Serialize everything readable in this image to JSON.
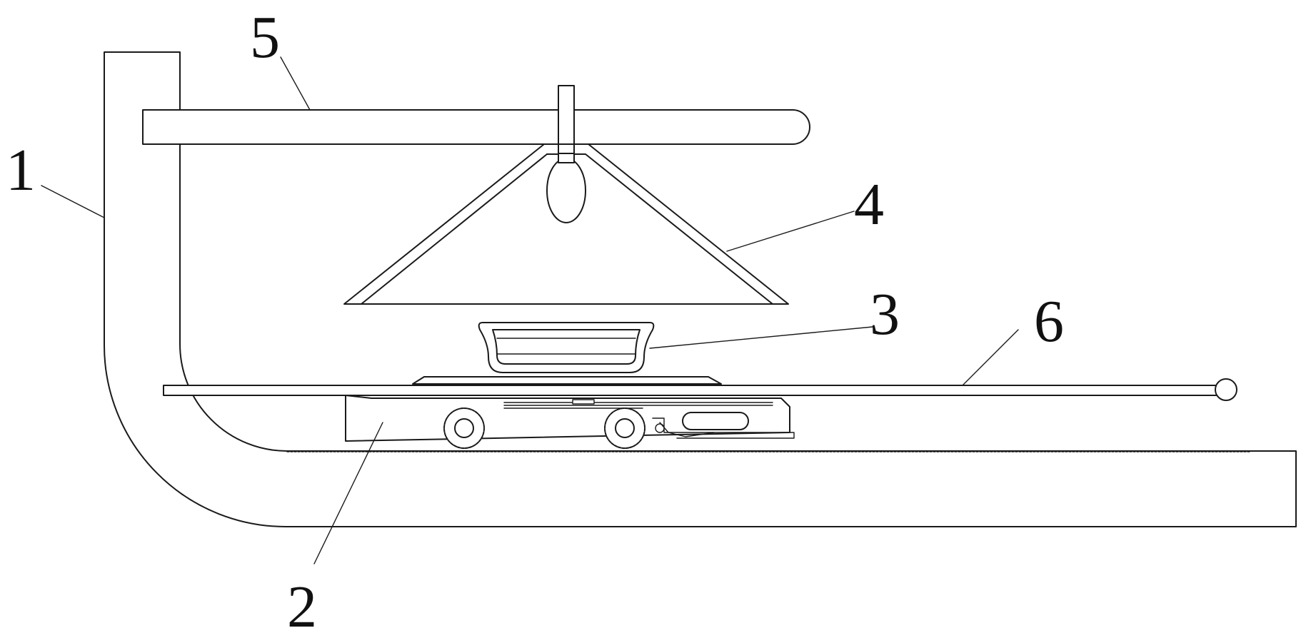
{
  "diagram": {
    "part_labels": [
      "1",
      "2",
      "3",
      "4",
      "5",
      "6"
    ]
  }
}
